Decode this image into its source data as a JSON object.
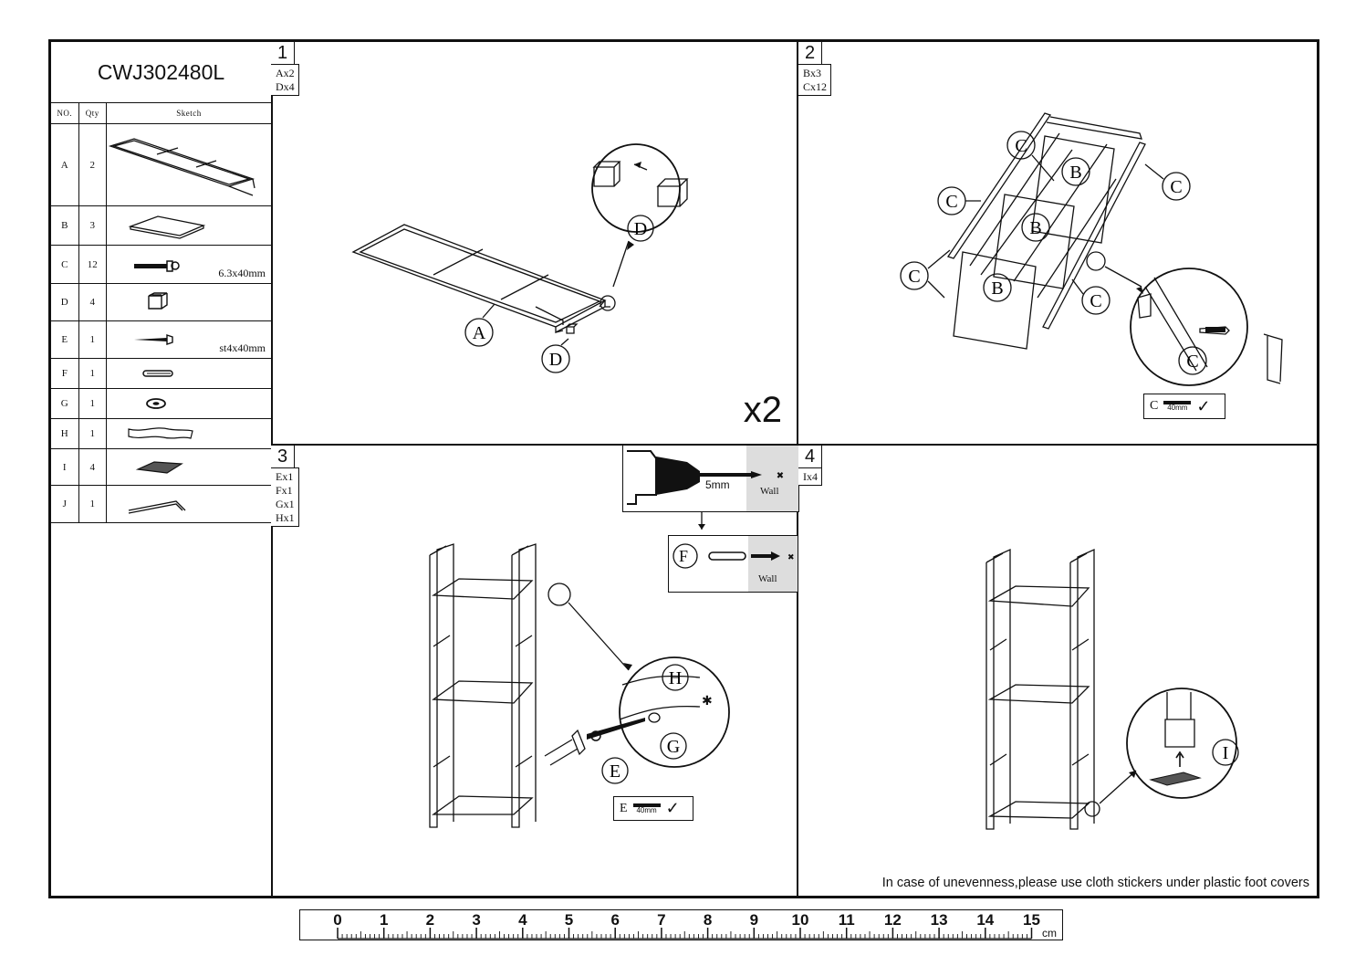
{
  "model": "CWJ302480L",
  "table": {
    "headers": [
      "NO.",
      "Qty",
      "Sketch"
    ],
    "rows": [
      {
        "no": "A",
        "qty": "2",
        "spec": "",
        "icon": "frame-ladder-icon"
      },
      {
        "no": "B",
        "qty": "3",
        "spec": "",
        "icon": "shelf-board-icon"
      },
      {
        "no": "C",
        "qty": "12",
        "spec": "6.3x40mm",
        "icon": "bolt-icon"
      },
      {
        "no": "D",
        "qty": "4",
        "spec": "",
        "icon": "square-cap-icon"
      },
      {
        "no": "E",
        "qty": "1",
        "spec": "st4x40mm",
        "icon": "screw-icon"
      },
      {
        "no": "F",
        "qty": "1",
        "spec": "",
        "icon": "wall-anchor-icon"
      },
      {
        "no": "G",
        "qty": "1",
        "spec": "",
        "icon": "washer-icon"
      },
      {
        "no": "H",
        "qty": "1",
        "spec": "",
        "icon": "strap-icon"
      },
      {
        "no": "I",
        "qty": "4",
        "spec": "",
        "icon": "cloth-sticker-icon"
      },
      {
        "no": "J",
        "qty": "1",
        "spec": "",
        "icon": "allen-key-icon"
      }
    ]
  },
  "steps": [
    {
      "num": "1",
      "parts": [
        "Ax2",
        "Dx4"
      ],
      "labels": [
        "A",
        "D",
        "D"
      ],
      "repeat": "x2"
    },
    {
      "num": "2",
      "parts": [
        "Bx3",
        "Cx12"
      ],
      "labels": [
        "B",
        "B",
        "B",
        "C",
        "C",
        "C",
        "C",
        "C",
        "C"
      ],
      "check": {
        "part": "C",
        "size": "40mm"
      }
    },
    {
      "num": "3",
      "parts": [
        "Ex1",
        "Fx1",
        "Gx1",
        "Hx1"
      ],
      "labels": [
        "H",
        "G",
        "E",
        "F"
      ],
      "drill": {
        "size": "5mm",
        "wall": "Wall"
      },
      "anchor_wall": "Wall",
      "check": {
        "part": "E",
        "size": "40mm"
      }
    },
    {
      "num": "4",
      "parts": [
        "Ix4"
      ],
      "labels": [
        "I"
      ],
      "note": "In case of unevenness,please use cloth stickers under plastic foot covers"
    }
  ],
  "ruler": {
    "numbers": [
      "0",
      "1",
      "2",
      "3",
      "4",
      "5",
      "6",
      "7",
      "8",
      "9",
      "10",
      "11",
      "12",
      "13",
      "14",
      "15"
    ],
    "unit": "cm"
  }
}
